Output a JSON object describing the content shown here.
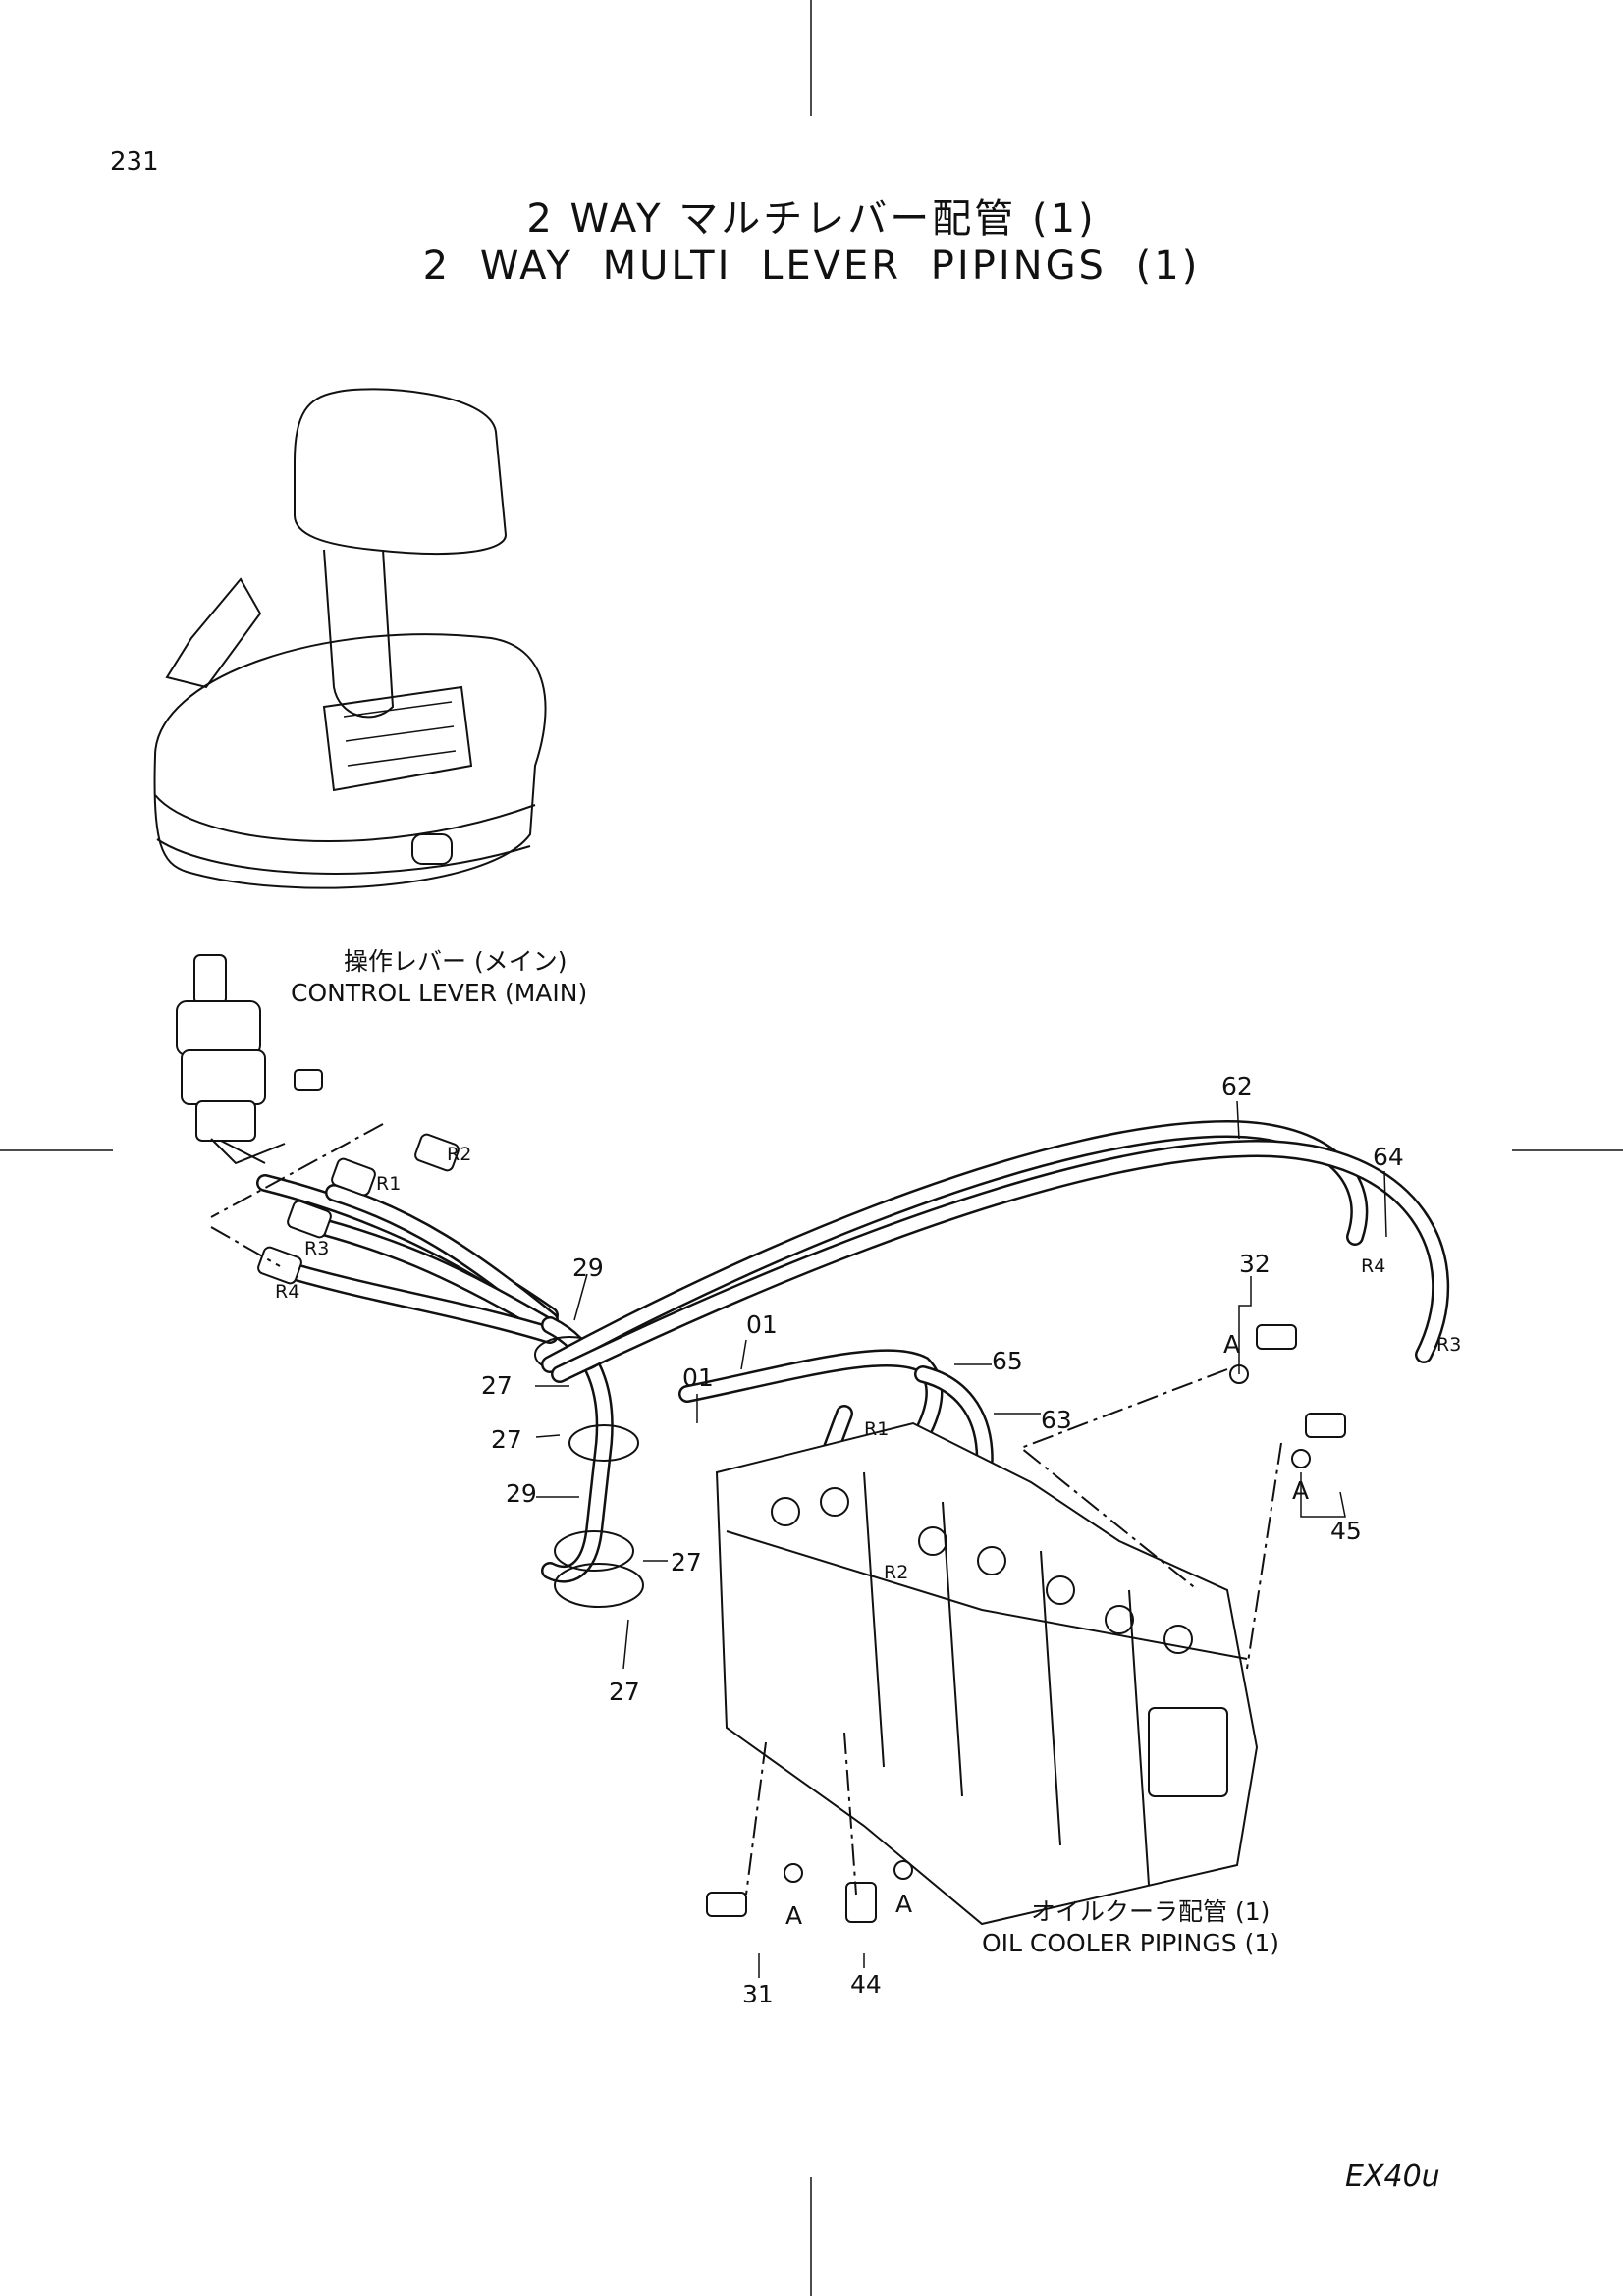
{
  "page_number": "231",
  "title_jp": "2 WAY マルチレバー配管 (1)",
  "title_en": "2 WAY MULTI LEVER PIPINGS (1)",
  "model": "EX40u",
  "labels": {
    "control_lever_jp": "操作レバー (メイン)",
    "control_lever_en": "CONTROL LEVER (MAIN)",
    "oil_cooler_jp": "オイルクーラ配管 (1)",
    "oil_cooler_en": "OIL COOLER PIPINGS (1)"
  },
  "callouts": {
    "p62": "62",
    "p64": "64",
    "p32": "32",
    "p65": "65",
    "p63": "63",
    "p01a": "01",
    "p01b": "01",
    "p29a": "29",
    "p29b": "29",
    "p27a": "27",
    "p27b": "27",
    "p27c": "27",
    "p27d": "27",
    "p45": "45",
    "p31": "31",
    "p44": "44"
  },
  "ports": {
    "r1a": "R1",
    "r2a": "R2",
    "r3a": "R3",
    "r4a": "R4",
    "r4b": "R4",
    "r3b": "R3",
    "r1b": "R1",
    "r2b": "R2",
    "a1": "A",
    "a2": "A",
    "a3": "A",
    "a4": "A"
  }
}
